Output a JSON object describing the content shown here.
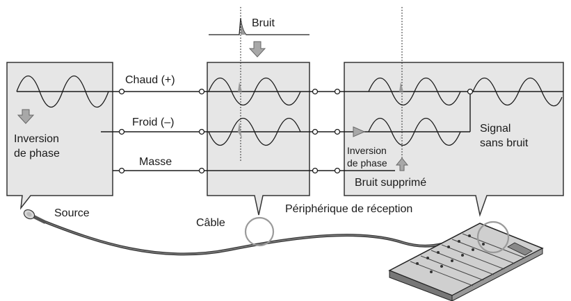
{
  "labels": {
    "noise": "Bruit",
    "hot": "Chaud (+)",
    "cold": "Froid (–)",
    "ground": "Masse",
    "phase_inversion_line1": "Inversion",
    "phase_inversion_line2": "de phase",
    "inversion_small_line1": "Inversion",
    "inversion_small_line2": "de phase",
    "noise_removed": "Bruit supprimé",
    "signal_line1": "Signal",
    "signal_line2": "sans bruit",
    "source": "Source",
    "cable": "Câble",
    "receiver": "Périphérique de réception"
  },
  "colors": {
    "box_fill": "#e6e6e6",
    "box_stroke": "#333333",
    "wire": "#1a1a1a",
    "arrow_fill": "#a8a8a8",
    "cable_color": "#3a3a3a",
    "highlight_circle": "#9a9a9a"
  }
}
